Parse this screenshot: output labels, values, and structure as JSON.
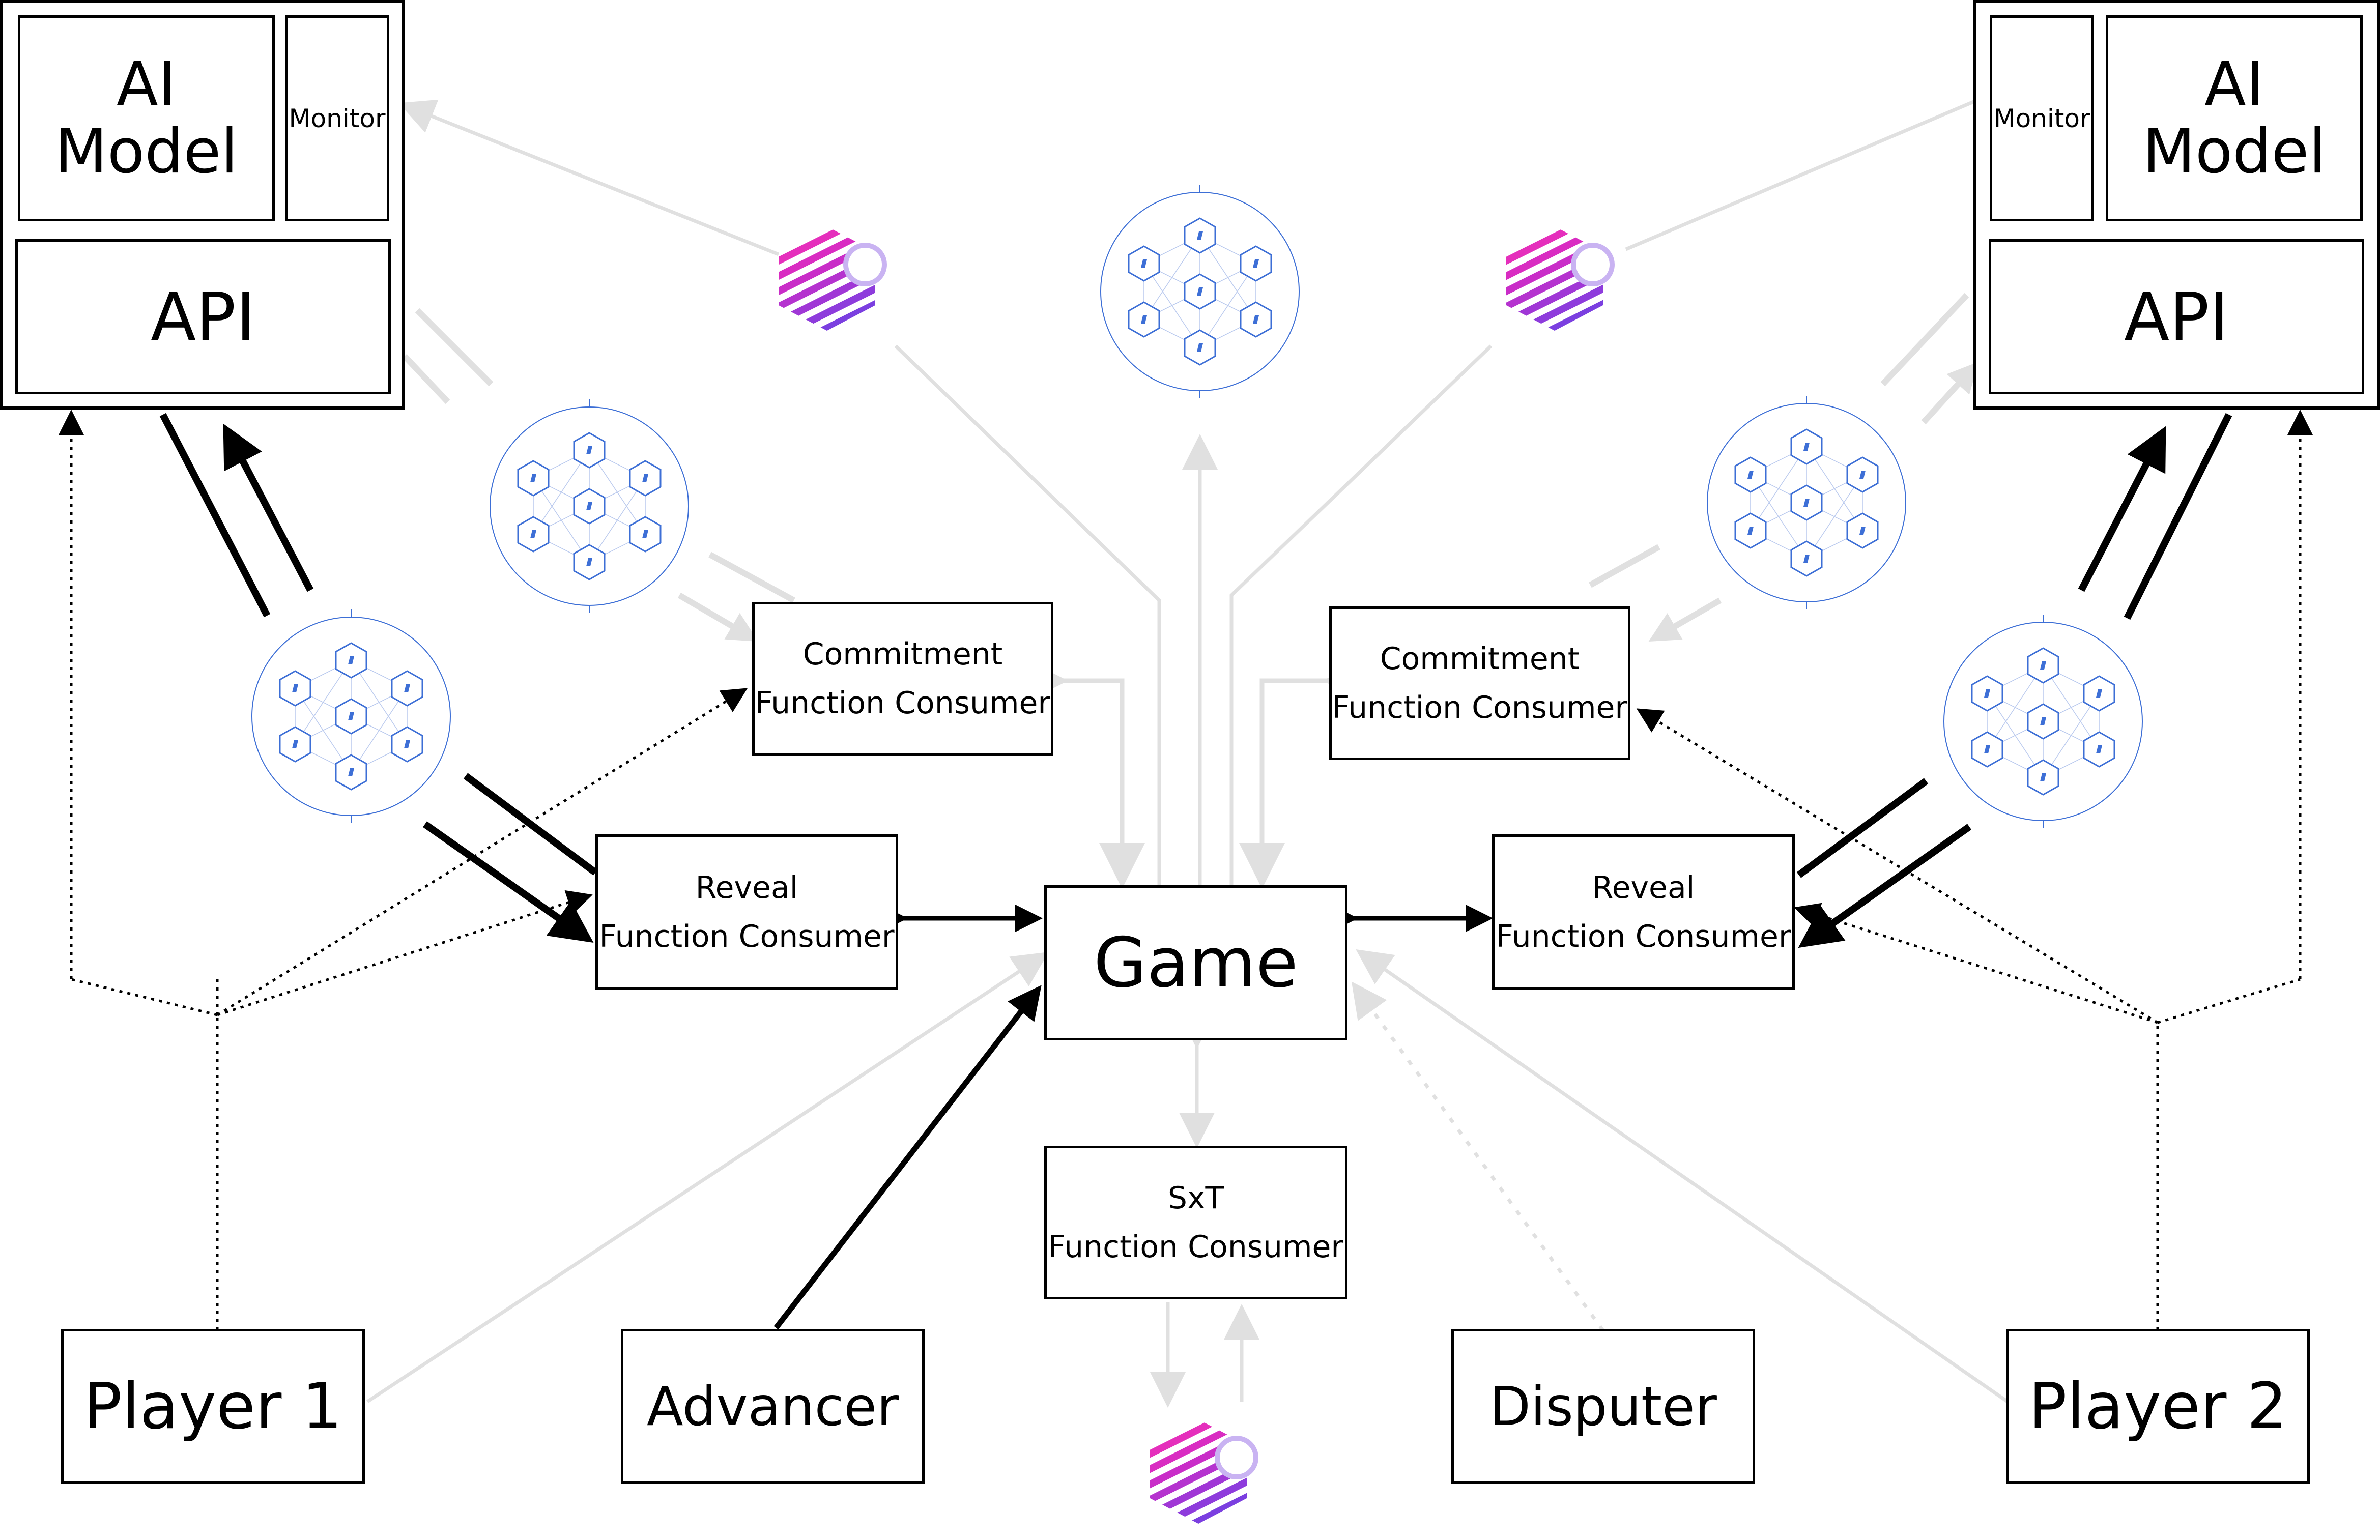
{
  "left_server": {
    "ai_model": "AI Model",
    "monitor": "Monitor",
    "api": "API"
  },
  "right_server": {
    "ai_model": "AI Model",
    "monitor": "Monitor",
    "api": "API"
  },
  "left_commitment": {
    "line1": "Commitment",
    "line2": "Function Consumer"
  },
  "right_commitment": {
    "line1": "Commitment",
    "line2": "Function Consumer"
  },
  "left_reveal": {
    "line1": "Reveal",
    "line2": "Function Consumer"
  },
  "right_reveal": {
    "line1": "Reveal",
    "line2": "Function Consumer"
  },
  "game": "Game",
  "sxt": {
    "line1": "SxT",
    "line2": "Function Consumer"
  },
  "actors": {
    "player1": "Player 1",
    "advancer": "Advancer",
    "disputer": "Disputer",
    "player2": "Player 2"
  },
  "icons": {
    "network": "chainlink-network-icon",
    "sxt_logo": "space-and-time-logo-icon"
  },
  "colors": {
    "primary_line": "#000000",
    "secondary_line": "#e0e0e0",
    "network_blue": "#3d6fd6",
    "logo_magenta": "#e023b8",
    "logo_purple": "#8a3fe0"
  }
}
